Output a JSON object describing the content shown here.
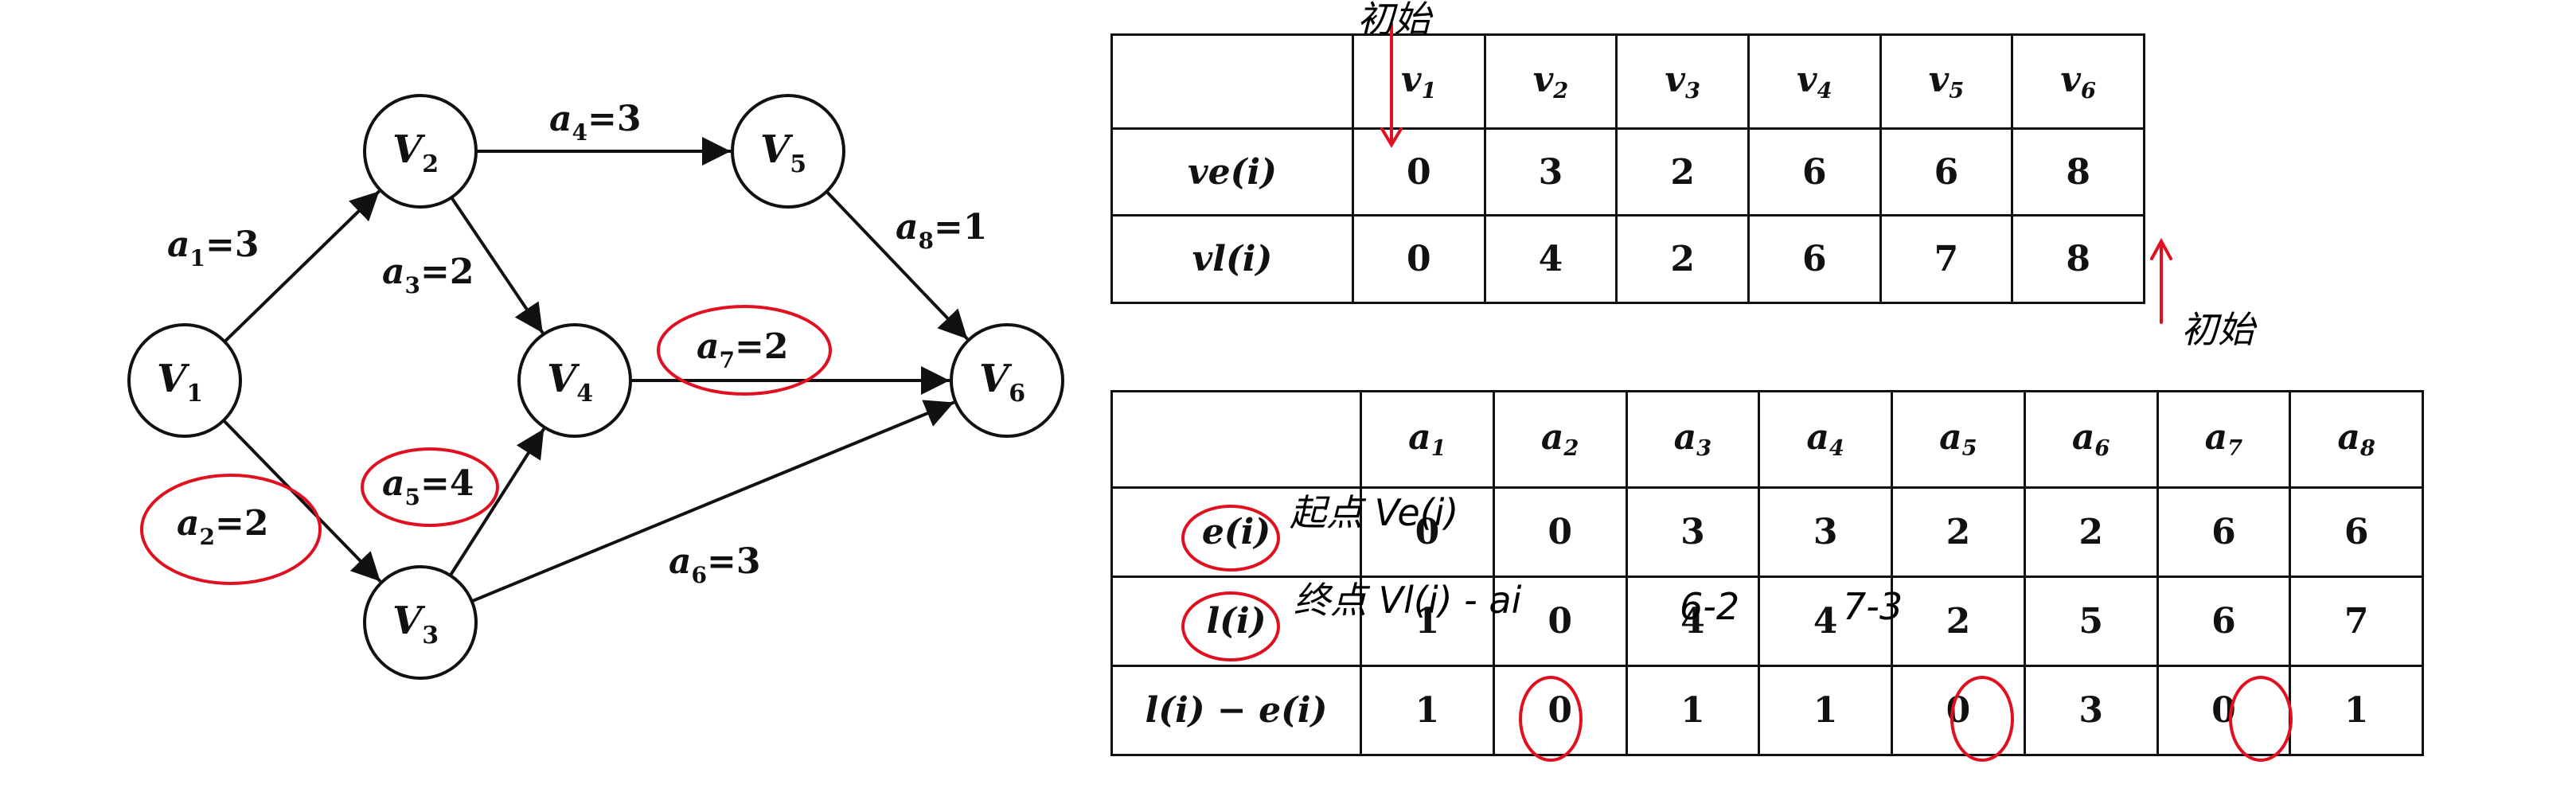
{
  "graph": {
    "nodes": [
      {
        "id": "V1",
        "label": "V",
        "sub": "1"
      },
      {
        "id": "V2",
        "label": "V",
        "sub": "2"
      },
      {
        "id": "V3",
        "label": "V",
        "sub": "3"
      },
      {
        "id": "V4",
        "label": "V",
        "sub": "4"
      },
      {
        "id": "V5",
        "label": "V",
        "sub": "5"
      },
      {
        "id": "V6",
        "label": "V",
        "sub": "6"
      }
    ],
    "edges": [
      {
        "from": "V1",
        "to": "V2",
        "name": "a",
        "sub": "1",
        "weight": "=3"
      },
      {
        "from": "V1",
        "to": "V3",
        "name": "a",
        "sub": "2",
        "weight": "=2"
      },
      {
        "from": "V2",
        "to": "V4",
        "name": "a",
        "sub": "3",
        "weight": "=2"
      },
      {
        "from": "V2",
        "to": "V5",
        "name": "a",
        "sub": "4",
        "weight": "=3"
      },
      {
        "from": "V3",
        "to": "V4",
        "name": "a",
        "sub": "5",
        "weight": "=4"
      },
      {
        "from": "V3",
        "to": "V6",
        "name": "a",
        "sub": "6",
        "weight": "=3"
      },
      {
        "from": "V4",
        "to": "V6",
        "name": "a",
        "sub": "7",
        "weight": "=2"
      },
      {
        "from": "V5",
        "to": "V6",
        "name": "a",
        "sub": "8",
        "weight": "=1"
      }
    ]
  },
  "vertex_table": {
    "columns": [
      {
        "name": "v",
        "sub": "1"
      },
      {
        "name": "v",
        "sub": "2"
      },
      {
        "name": "v",
        "sub": "3"
      },
      {
        "name": "v",
        "sub": "4"
      },
      {
        "name": "v",
        "sub": "5"
      },
      {
        "name": "v",
        "sub": "6"
      }
    ],
    "rows": [
      {
        "label": "ve(i)",
        "values": [
          "0",
          "3",
          "2",
          "6",
          "6",
          "8"
        ]
      },
      {
        "label": "vl(i)",
        "values": [
          "0",
          "4",
          "2",
          "6",
          "7",
          "8"
        ]
      }
    ]
  },
  "activity_table": {
    "columns": [
      {
        "name": "a",
        "sub": "1"
      },
      {
        "name": "a",
        "sub": "2"
      },
      {
        "name": "a",
        "sub": "3"
      },
      {
        "name": "a",
        "sub": "4"
      },
      {
        "name": "a",
        "sub": "5"
      },
      {
        "name": "a",
        "sub": "6"
      },
      {
        "name": "a",
        "sub": "7"
      },
      {
        "name": "a",
        "sub": "8"
      }
    ],
    "rows": [
      {
        "label": "e(i)",
        "values": [
          "0",
          "0",
          "3",
          "3",
          "2",
          "2",
          "6",
          "6"
        ]
      },
      {
        "label": "l(i)",
        "values": [
          "1",
          "0",
          "4",
          "4",
          "2",
          "5",
          "6",
          "7"
        ]
      },
      {
        "label": "l(i) − e(i)",
        "values": [
          "1",
          "0",
          "1",
          "1",
          "0",
          "3",
          "0",
          "1"
        ]
      }
    ]
  },
  "annotations": {
    "init_top": "初始",
    "init_right": "初始",
    "e_note": "起点 Ve(i)",
    "l_note": "终点 Vl(i) - ai",
    "a3_note": "6-2",
    "a4_note": "7-3"
  },
  "colors": {
    "ink": "#111111",
    "annotation": "#e01020"
  }
}
